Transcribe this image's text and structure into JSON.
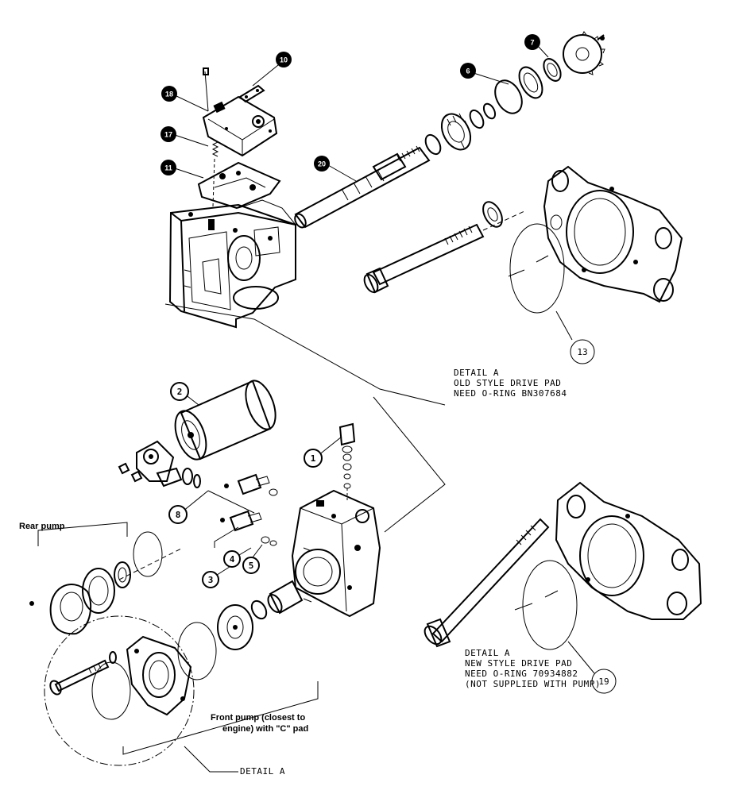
{
  "callouts": [
    {
      "id": "c10",
      "text": "10"
    },
    {
      "id": "c18",
      "text": "18"
    },
    {
      "id": "c17",
      "text": "17"
    },
    {
      "id": "c11",
      "text": "11"
    },
    {
      "id": "c20",
      "text": "20"
    },
    {
      "id": "c7",
      "text": "7"
    },
    {
      "id": "c6",
      "text": "6"
    },
    {
      "id": "c2",
      "text": "2"
    },
    {
      "id": "c1",
      "text": "1"
    },
    {
      "id": "c8",
      "text": "8"
    },
    {
      "id": "c4",
      "text": "4"
    },
    {
      "id": "c5",
      "text": "5"
    },
    {
      "id": "c3",
      "text": "3"
    }
  ],
  "ring_callouts": [
    {
      "id": "r13",
      "text": "13"
    },
    {
      "id": "r19",
      "text": "19"
    }
  ],
  "detail_old": [
    "DETAIL A",
    "OLD STYLE DRIVE PAD",
    "NEED O-RING BN307684"
  ],
  "detail_new": [
    "DETAIL A",
    "NEW STYLE DRIVE PAD",
    "NEED O-RING 70934882",
    "(NOT SUPPLIED WITH PUMP)"
  ],
  "rear_pump": "Rear pump",
  "front_pump": [
    "Front pump (closest to",
    "engine) with \"C\" pad"
  ],
  "detail_a_bottom": "DETAIL A"
}
